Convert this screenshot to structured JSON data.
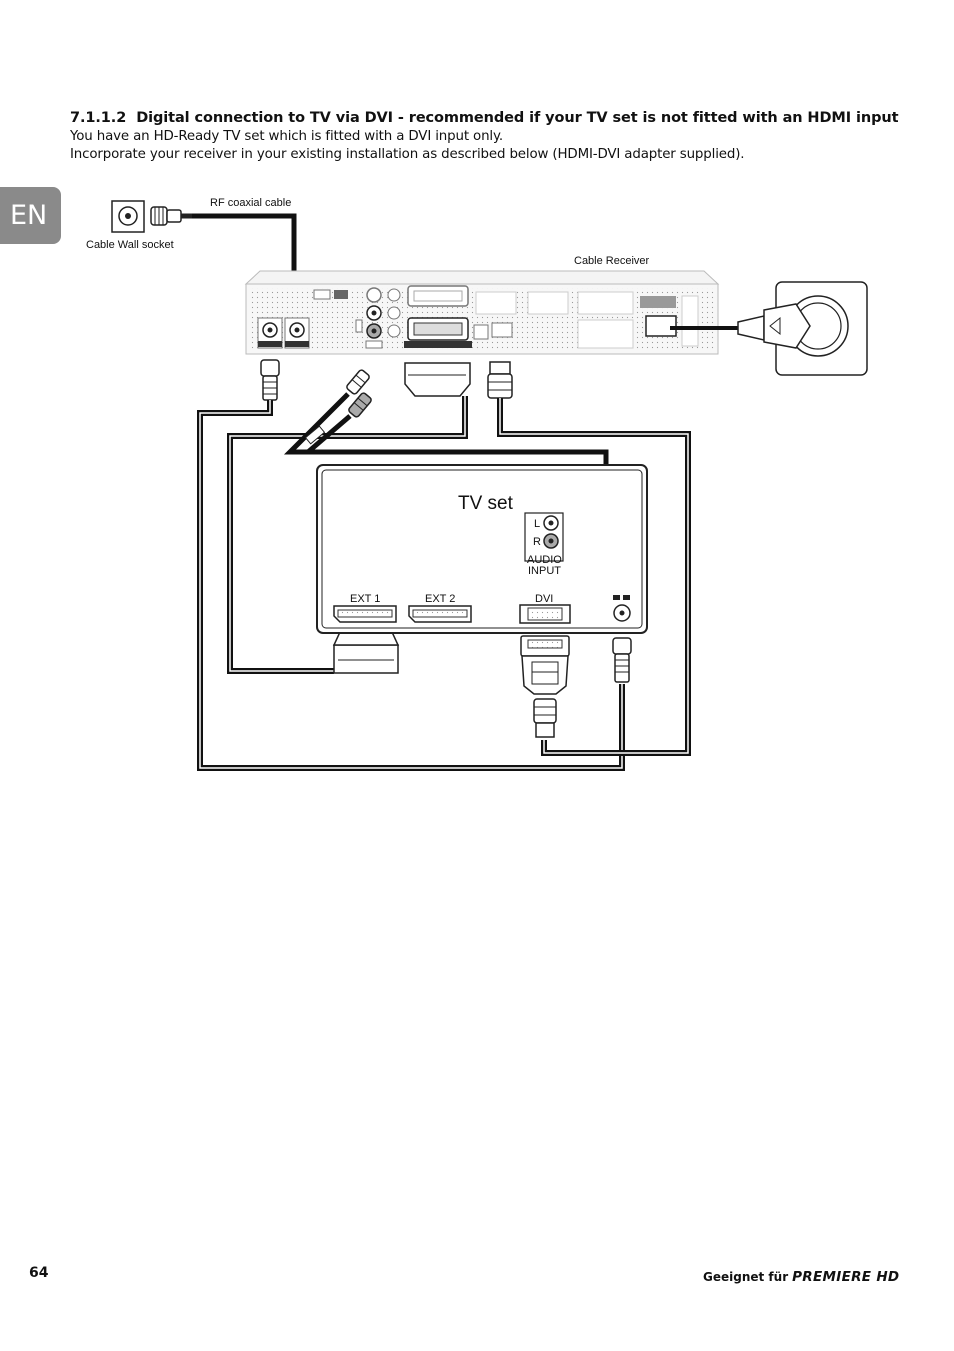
{
  "section": {
    "number": "7.1.1.2",
    "title": "Digital connection to TV via DVI - recommended if your TV set is not fitted with an HDMI input"
  },
  "paragraphs": [
    "You have an HD-Ready TV set which is fitted with a DVI input only.",
    "Incorporate your receiver in your existing installation as described below (HDMI-DVI adapter supplied)."
  ],
  "language_tab": "EN",
  "diagram": {
    "rf_cable_label": "RF coaxial cable",
    "wall_socket_label": "Cable Wall socket",
    "receiver_label": "Cable Receiver",
    "tv_label": "TV set",
    "audio_l": "L",
    "audio_r": "R",
    "audio_input_line1": "AUDIO",
    "audio_input_line2": "INPUT",
    "ext1_label": "EXT 1",
    "ext2_label": "EXT 2",
    "dvi_label": "DVI"
  },
  "footer": {
    "page_number": "64",
    "geeignet": "Geeignet für",
    "brand": "PREMIERE HD"
  }
}
